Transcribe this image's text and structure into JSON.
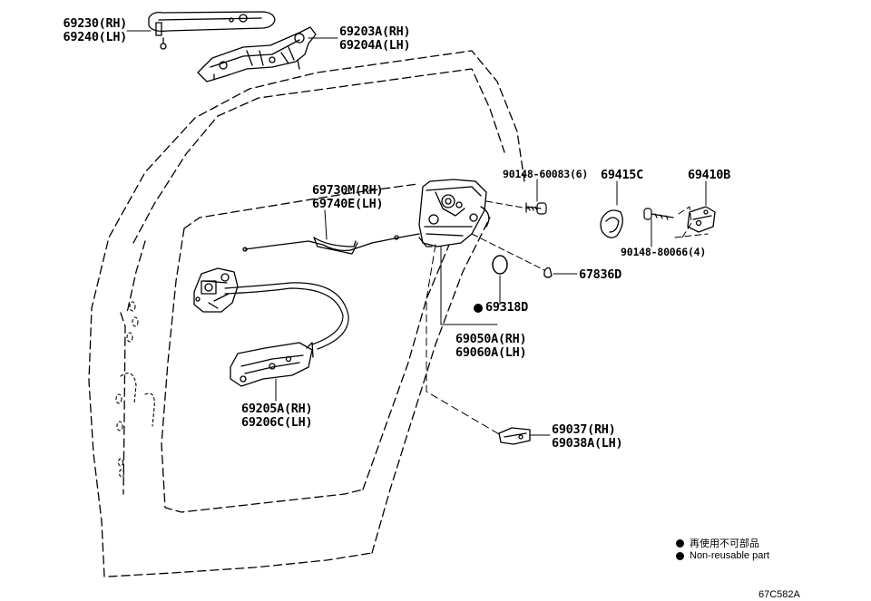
{
  "parts": {
    "p69230": "69230(RH)",
    "p69240": "69240(LH)",
    "p69203a": "69203A(RH)",
    "p69204a": "69204A(LH)",
    "p69730m": "69730M(RH)",
    "p69740e": "69740E(LH)",
    "p90148_60083": "90148-60083(6)",
    "p69415c": "69415C",
    "p69410b": "69410B",
    "p90148_80066": "90148-80066(4)",
    "p67836d": "67836D",
    "p69318d": "69318D",
    "p69050a": "69050A(RH)",
    "p69060a": "69060A(LH)",
    "p69205a": "69205A(RH)",
    "p69206c": "69206C(LH)",
    "p69037": "69037(RH)",
    "p69038a": "69038A(LH)"
  },
  "legend": {
    "jp": "再使用不可部品",
    "en": "Non-reusable part"
  },
  "figure_code": "67C582A"
}
